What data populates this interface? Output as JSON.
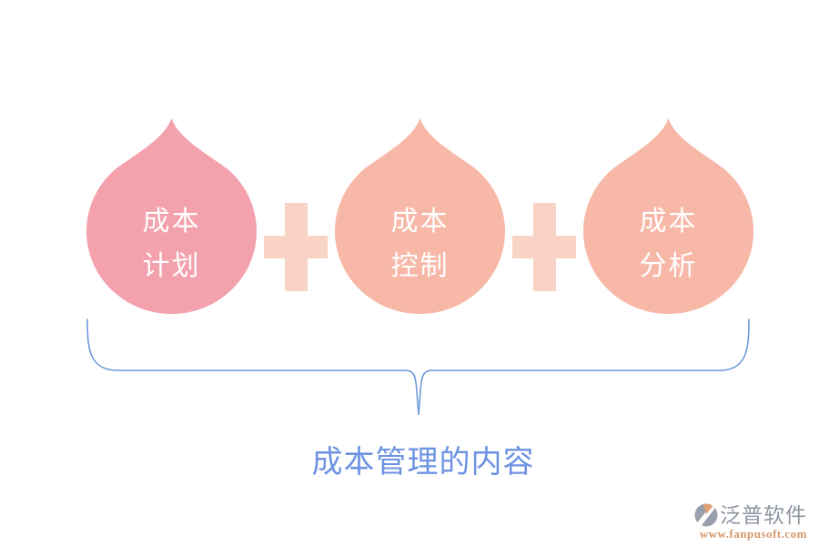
{
  "title": {
    "text": "成本管理的内容"
  },
  "drops": [
    {
      "line1": "成本",
      "line2": "计划",
      "color": "#f3a1ad"
    },
    {
      "line1": "成本",
      "line2": "控制",
      "color": "#f7b8a8"
    },
    {
      "line1": "成本",
      "line2": "分析",
      "color": "#f7b8a8"
    }
  ],
  "icons": {
    "connector": "plus-icon",
    "logo": "fanpu-logo-icon"
  },
  "watermark": {
    "brand": "泛普软件",
    "url": "www.fanpusoft.com",
    "icon_gray": "#98a0ad",
    "icon_orange": "#e2a079"
  },
  "colors": {
    "plus_peach": "#f8d3c6",
    "brace_blue": "#6f99d9",
    "title_blue": "#6d93e2",
    "brand_gray": "#8e95a3",
    "url_orange": "#d5976a",
    "text_white": "#ffffff"
  }
}
